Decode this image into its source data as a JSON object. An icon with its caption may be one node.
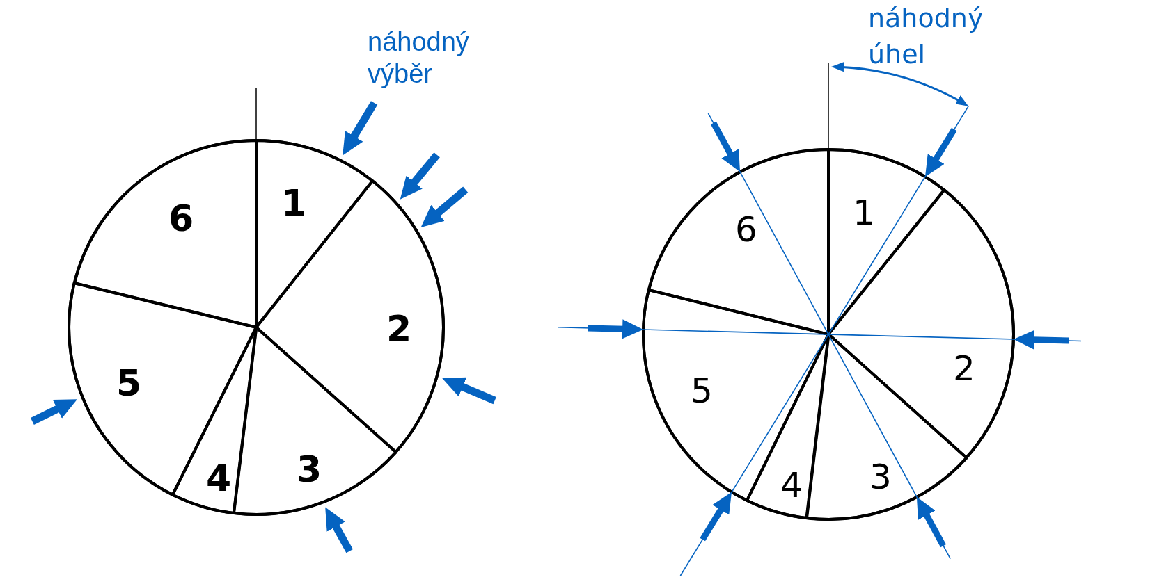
{
  "diagram": {
    "nodes": [
      {
        "text": [],
        "shape": "circle"
      },
      {
        "text": [
          "1"
        ],
        "in": 0
      },
      {
        "text": [
          "2"
        ],
        "in": 0
      },
      {
        "text": [
          "3"
        ],
        "in": 0
      },
      {
        "text": [
          "4"
        ],
        "in": 0
      },
      {
        "text": [
          "5"
        ],
        "in": 0
      },
      {
        "text": [
          "6"
        ],
        "in": 0
      },
      {
        "text": [],
        "shape": "circle"
      },
      {
        "text": [
          "1"
        ],
        "in": 7
      },
      {
        "text": [
          "2"
        ],
        "in": 7
      },
      {
        "text": [
          "3"
        ],
        "in": 7
      },
      {
        "text": [
          "4"
        ],
        "in": 7
      },
      {
        "text": [
          "5"
        ],
        "in": 7
      },
      {
        "text": [
          "6"
        ],
        "in": 7
      }
    ],
    "edges": [
      {
        "from": null,
        "to": 1,
        "arrow": "to"
      },
      {
        "from": null,
        "to": 2,
        "arrow": "to"
      },
      {
        "from": null,
        "to": 2,
        "arrow": "to"
      },
      {
        "from": null,
        "to": 2,
        "arrow": "to"
      },
      {
        "from": null,
        "to": 3,
        "arrow": "to"
      },
      {
        "from": null,
        "to": 5,
        "arrow": "to"
      },
      {
        "from": null,
        "to": 8,
        "arrow": "to"
      },
      {
        "from": null,
        "to": 9,
        "arrow": "to"
      },
      {
        "from": null,
        "to": 10,
        "arrow": "to"
      },
      {
        "from": null,
        "to": 12,
        "arrow": "to"
      },
      {
        "from": null,
        "to": 12,
        "arrow": "to"
      },
      {
        "from": null,
        "to": 13,
        "arrow": "to"
      }
    ],
    "labels": [
      "náhodný výběr",
      "náhodný úhel"
    ]
  }
}
